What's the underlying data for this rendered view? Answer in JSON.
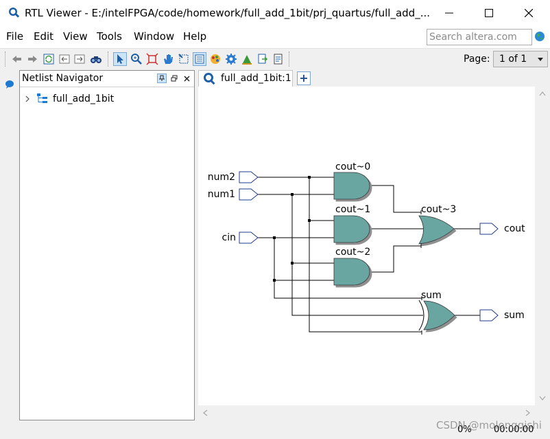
{
  "window": {
    "title": "RTL Viewer - E:/intelFPGA/code/homework/full_add_1bit/prj_quartus/full_add_...",
    "controls": [
      "minimize",
      "maximize",
      "close"
    ]
  },
  "menu": {
    "items": [
      {
        "label": "File"
      },
      {
        "label": "Edit"
      },
      {
        "label": "View"
      },
      {
        "label": "Tools"
      },
      {
        "label": "Window"
      },
      {
        "label": "Help"
      }
    ],
    "search_placeholder": "Search altera.com"
  },
  "toolbar": {
    "icons": [
      "back-icon",
      "forward-icon",
      "refresh-icon",
      "hierarchy-up-icon",
      "hierarchy-down-icon",
      "find-icon",
      "select-icon",
      "zoom-icon",
      "fit-icon",
      "hand-icon",
      "marquee-icon",
      "netlist-icon",
      "color-icon",
      "settings-icon",
      "flow-icon",
      "export-icon",
      "print-icon"
    ],
    "page_label": "Page:",
    "page_value": "1 of 1"
  },
  "netlist_navigator": {
    "title": "Netlist Navigator",
    "tree": [
      {
        "label": "full_add_1bit"
      }
    ]
  },
  "tabs": [
    {
      "label": "full_add_1bit:1"
    }
  ],
  "schematic": {
    "inputs": [
      "num2",
      "num1",
      "cin"
    ],
    "outputs": [
      "cout",
      "sum"
    ],
    "gates": [
      {
        "name": "cout~0",
        "type": "AND"
      },
      {
        "name": "cout~1",
        "type": "AND"
      },
      {
        "name": "cout~2",
        "type": "AND"
      },
      {
        "name": "cout~3",
        "type": "OR"
      },
      {
        "name": "sum",
        "type": "XOR"
      }
    ],
    "gate_color": "#6aa6a1"
  },
  "status": {
    "progress": "0%",
    "time": "00:00:00"
  },
  "watermark": "CSDN @molongqishi"
}
